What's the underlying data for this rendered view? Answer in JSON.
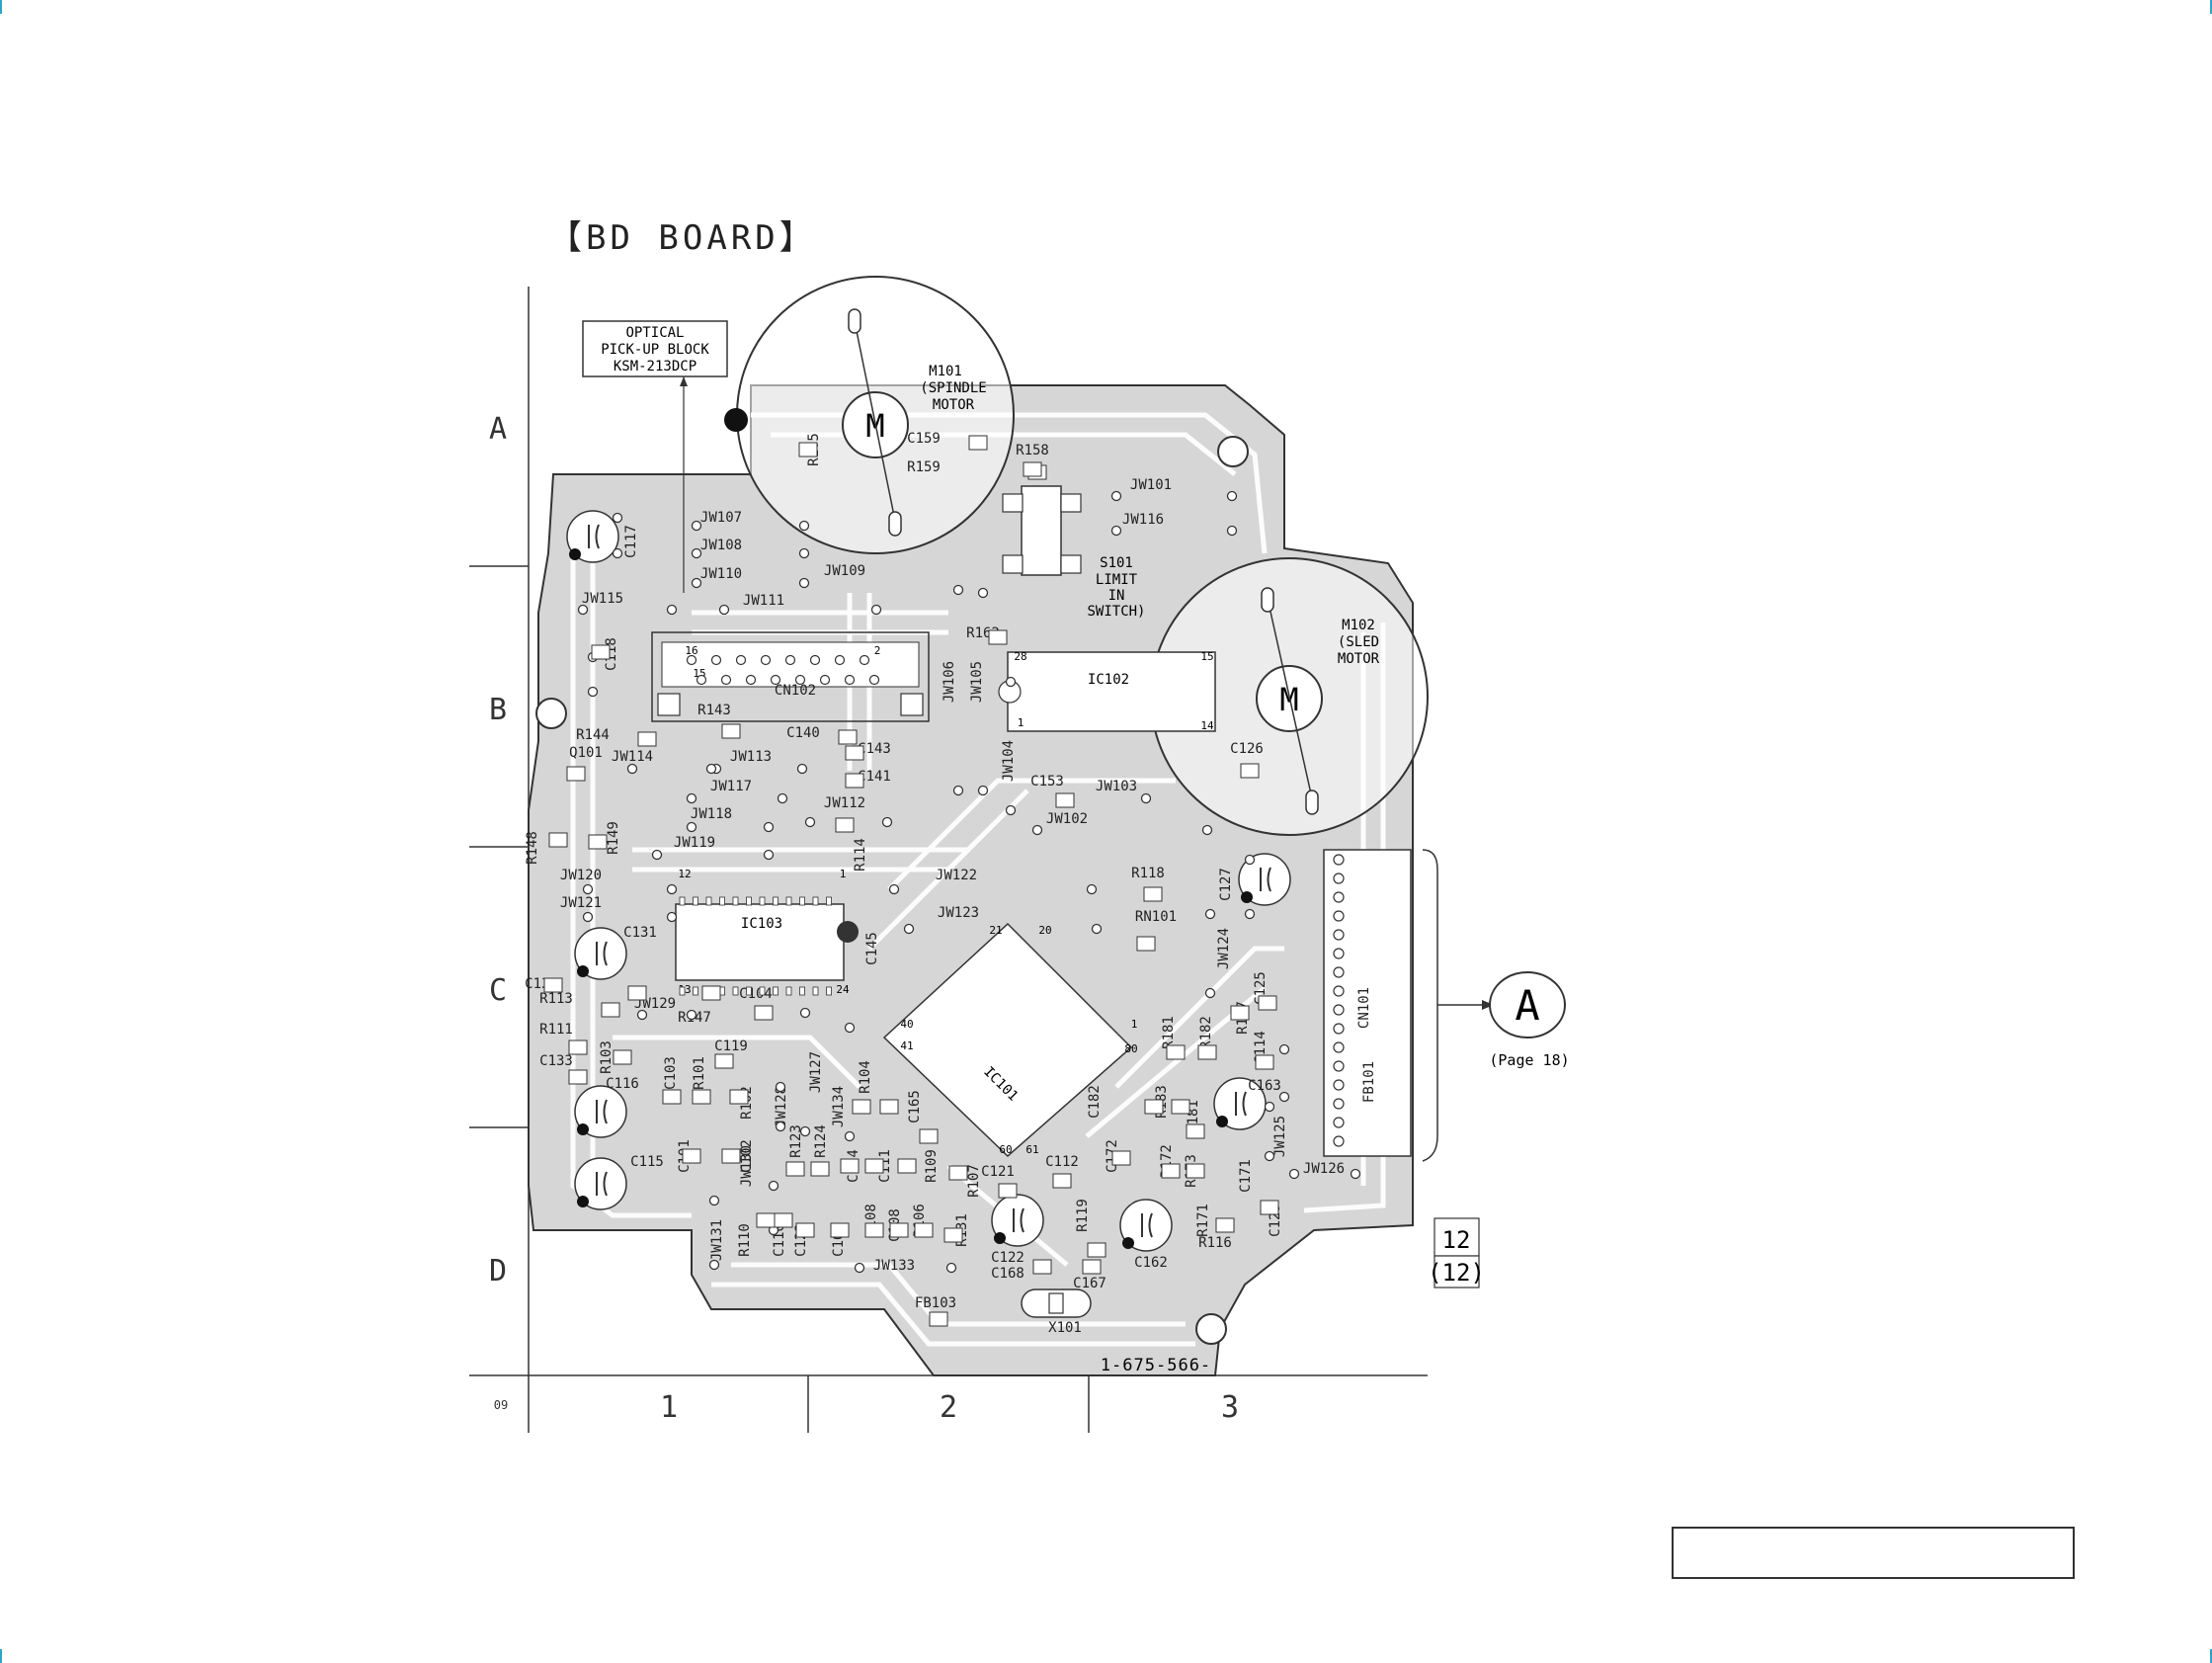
{
  "title": "【BD BOARD】",
  "note_optical": [
    "OPTICAL",
    "PICK-UP BLOCK",
    "KSM-213DCP"
  ],
  "spindle_motor": {
    "ref": "M101",
    "name": [
      "(SPINDLE",
      "MOTOR"
    ],
    "symbol": "M"
  },
  "sled_motor": {
    "ref": "M102",
    "name": [
      "(SLED",
      "MOTOR"
    ],
    "symbol": "M"
  },
  "limit_switch": {
    "ref": "S101",
    "name": [
      "LIMIT",
      "IN",
      "SWITCH)"
    ]
  },
  "rows": [
    "A",
    "B",
    "C",
    "D"
  ],
  "columns": [
    "1",
    "2",
    "3"
  ],
  "grid_code": "09",
  "connector_arrow": {
    "label": "A",
    "page": "(Page 18)"
  },
  "page_ref": [
    "12",
    "(12)"
  ],
  "board_number": "1-675-566-",
  "ic_labels": [
    "IC101",
    "IC102",
    "IC103"
  ],
  "parts": [
    "JW101",
    "JW102",
    "JW103",
    "JW104",
    "JW105",
    "JW106",
    "JW107",
    "JW108",
    "JW109",
    "JW110",
    "JW111",
    "JW112",
    "JW113",
    "JW114",
    "JW115",
    "JW116",
    "JW117",
    "JW118",
    "JW119",
    "JW120",
    "JW121",
    "JW122",
    "JW123",
    "JW124",
    "JW125",
    "JW126",
    "JW127",
    "JW128",
    "JW129",
    "JW130",
    "JW131",
    "JW133",
    "JW134",
    "R101",
    "R102",
    "R103",
    "R104",
    "R105",
    "R106",
    "R107",
    "R108",
    "R109",
    "R110",
    "R111",
    "R113",
    "R114",
    "R116",
    "R117",
    "R118",
    "R119",
    "R123",
    "R124",
    "R131",
    "R143",
    "R144",
    "R147",
    "R148",
    "R149",
    "R158",
    "R159",
    "R162",
    "R171",
    "R172",
    "R173",
    "R181",
    "R182",
    "R183",
    "C101",
    "C102",
    "C103",
    "C104",
    "C108",
    "C109",
    "C110",
    "C111",
    "C112",
    "C114",
    "C115",
    "C116",
    "C117",
    "C118",
    "C119",
    "C121",
    "C122",
    "C123",
    "C124",
    "C125",
    "C126",
    "C127",
    "C129",
    "C130",
    "C131",
    "C133",
    "C140",
    "C141",
    "C143",
    "C145",
    "C153",
    "C159",
    "C162",
    "C163",
    "C165",
    "C167",
    "C168",
    "C171",
    "C172",
    "C181",
    "C182",
    "CN101",
    "CN102",
    "FB101",
    "FB103",
    "Q101",
    "RN101",
    "X101"
  ]
}
